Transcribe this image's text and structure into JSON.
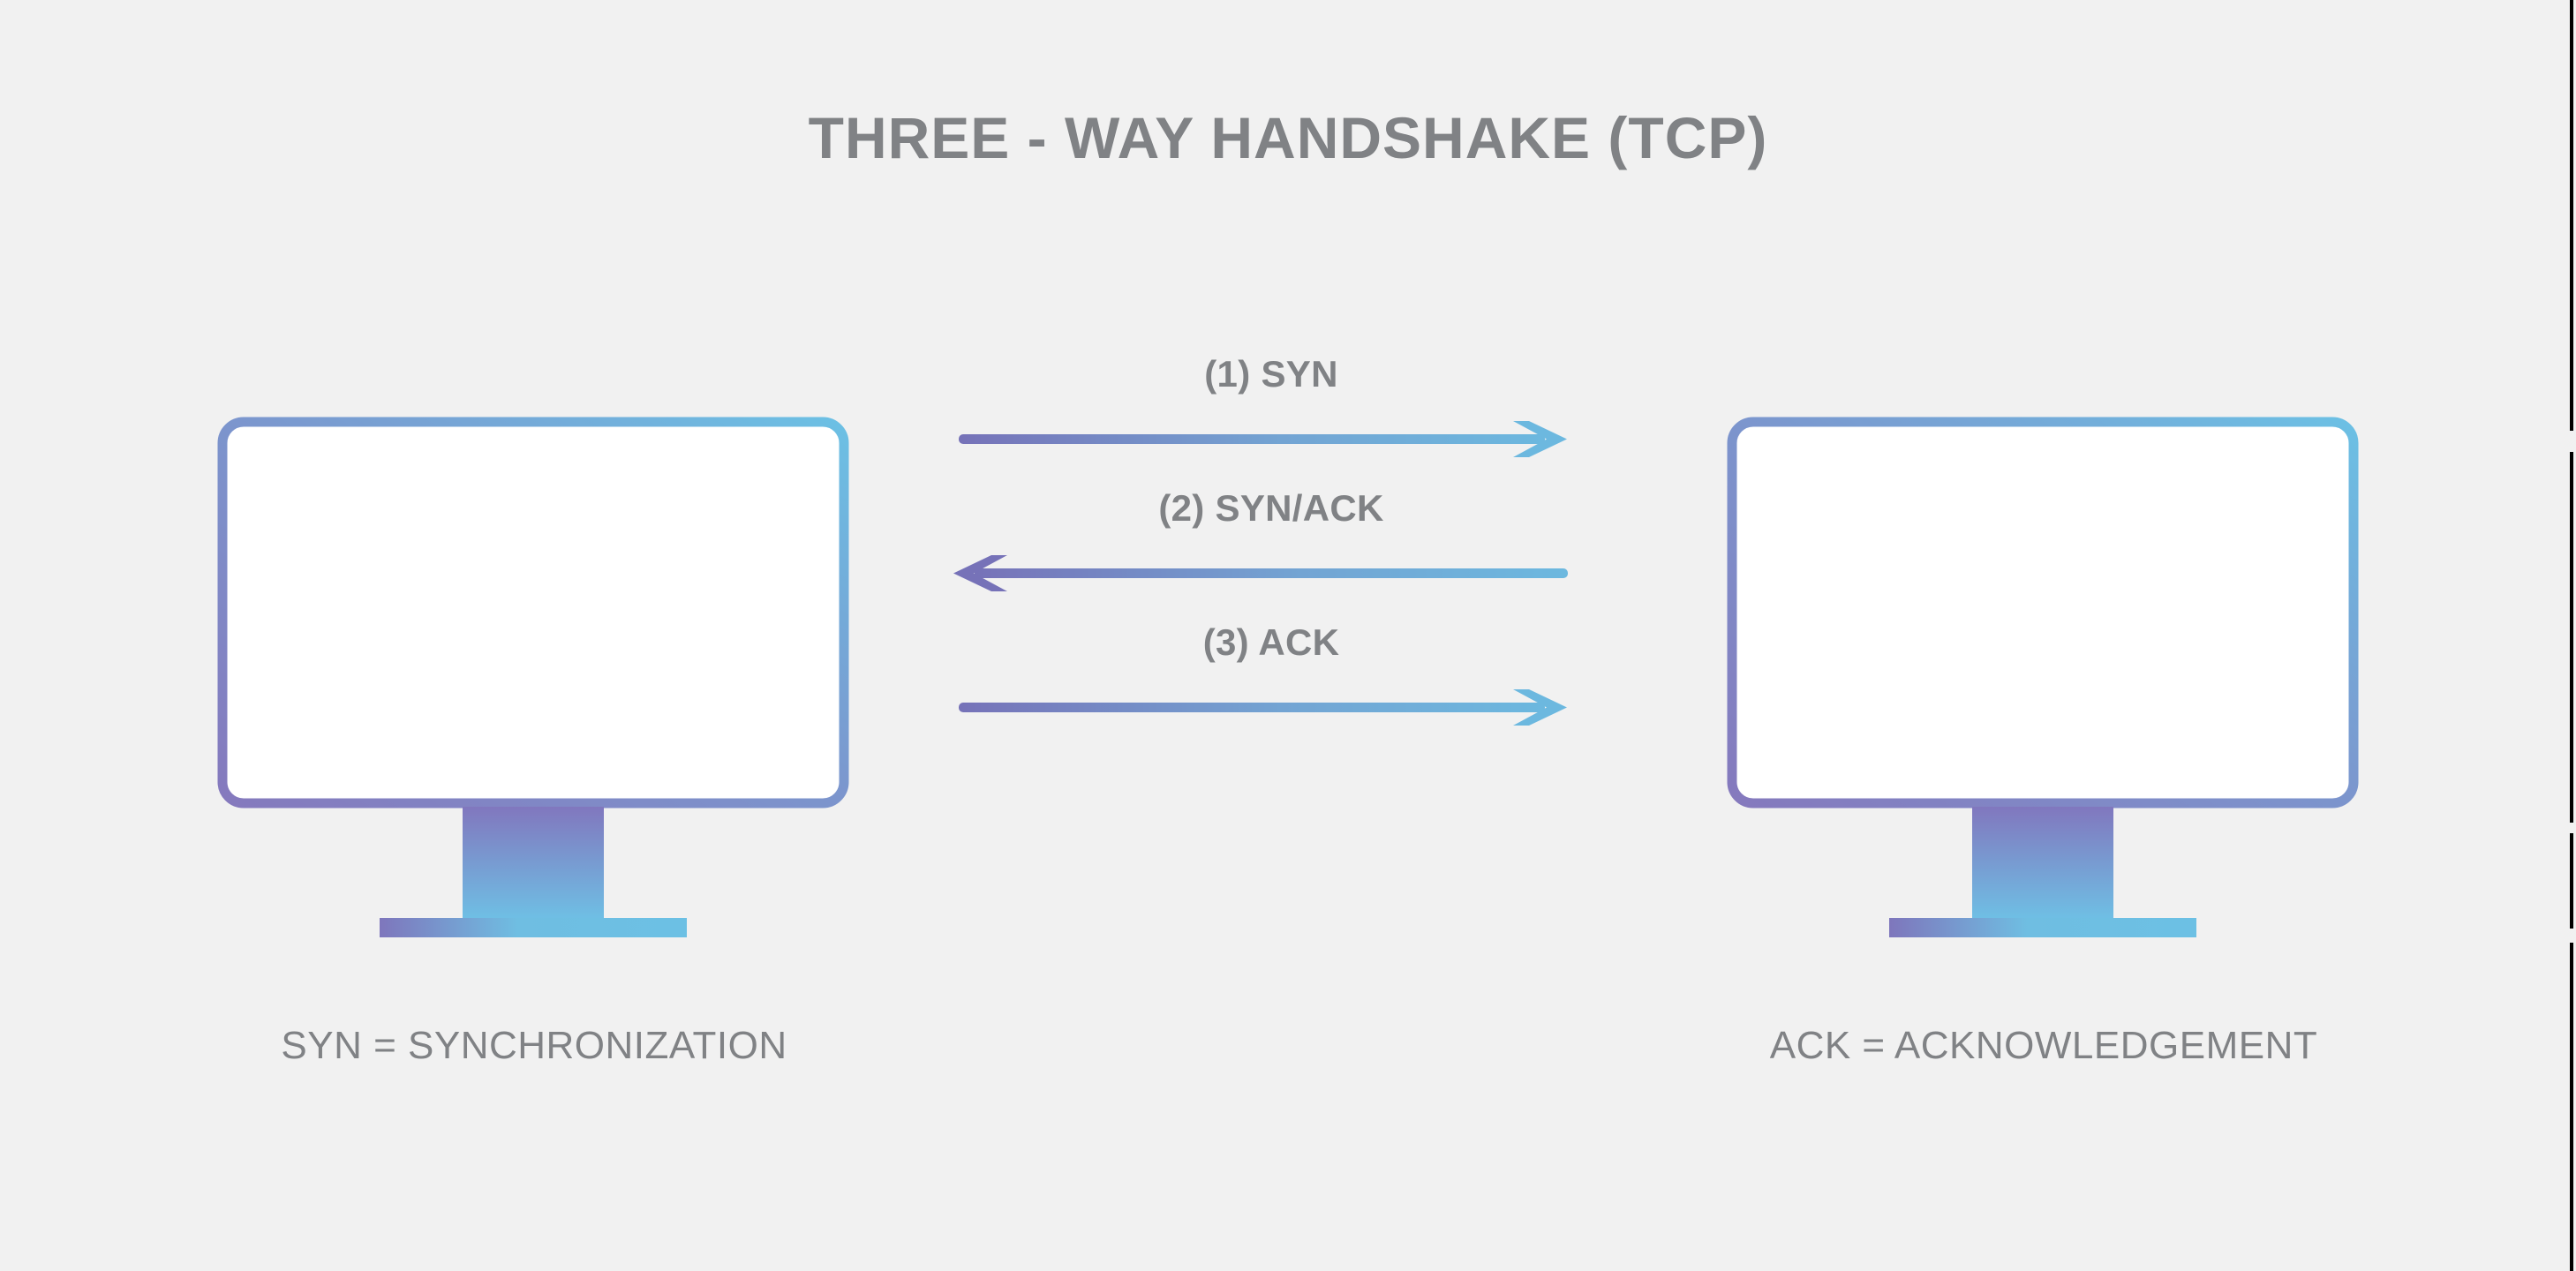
{
  "page": {
    "title": "THREE - WAY HANDSHAKE (TCP)",
    "background_color": "#F1F1F1",
    "text_color": "#808285"
  },
  "palette": {
    "gradient_purple": "#7672B8",
    "gradient_blue": "#6CB8DF",
    "monitor_border_purple": "#8579BD",
    "monitor_border_blue": "#6CC0E4",
    "screen_fill": "#FFFFFF",
    "edge_artifact": "#000000"
  },
  "diagram": {
    "type": "sequence-diagram",
    "protocol": "TCP",
    "nodes": [
      {
        "id": "client",
        "icon": "monitor-icon",
        "caption": "SYN = SYNCHRONIZATION",
        "side": "left"
      },
      {
        "id": "server",
        "icon": "monitor-icon",
        "caption": "ACK = ACKNOWLEDGEMENT",
        "side": "right"
      }
    ],
    "messages": [
      {
        "step": 1,
        "label": "(1) SYN",
        "direction": "left-to-right",
        "from": "client",
        "to": "server"
      },
      {
        "step": 2,
        "label": "(2) SYN/ACK",
        "direction": "right-to-left",
        "from": "server",
        "to": "client"
      },
      {
        "step": 3,
        "label": "(3) ACK",
        "direction": "left-to-right",
        "from": "client",
        "to": "server"
      }
    ]
  }
}
